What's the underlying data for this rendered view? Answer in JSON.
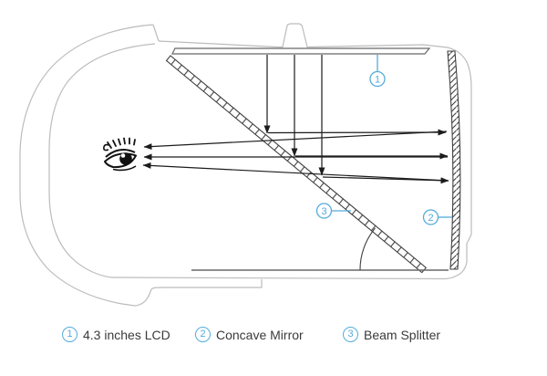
{
  "diagram": {
    "callouts": [
      {
        "number": "1"
      },
      {
        "number": "2"
      },
      {
        "number": "3"
      }
    ]
  },
  "legend": {
    "items": [
      {
        "number": "1",
        "label": "4.3 inches LCD"
      },
      {
        "number": "2",
        "label": "Concave Mirror"
      },
      {
        "number": "3",
        "label": "Beam Splitter"
      }
    ]
  },
  "colors": {
    "accent_blue": "#54abdb",
    "ray_black": "#1c1c1c",
    "housing_gray": "#bcbcbc",
    "component_gray": "#404040",
    "panel_gray": "#686868",
    "legend_text": "#3a3a3a"
  }
}
